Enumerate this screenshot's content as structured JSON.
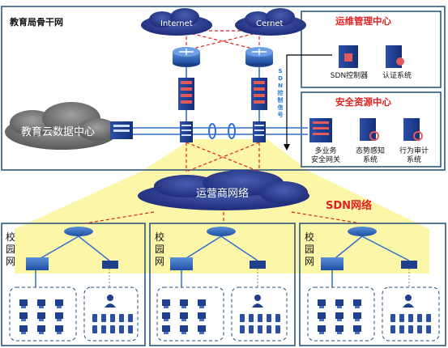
{
  "backbone": {
    "title": "教育局骨干网"
  },
  "clouds": {
    "internet": "Internet",
    "cernet": "Cernet",
    "cloud_dc": "教育云数据中心",
    "carrier": "运营商网络"
  },
  "ops_center": {
    "title": "运维管理中心",
    "items": [
      "SDN控制器",
      "认证系统"
    ]
  },
  "security_center": {
    "title": "安全资源中心",
    "items": [
      "多业务\n安全网关",
      "态势感知\n系统",
      "行为审计\n系统"
    ]
  },
  "sdn_signal": "SDN控制信号",
  "sdn_network": "SDN网络",
  "campus_label": [
    "校",
    "园",
    "网"
  ],
  "colors": {
    "frame": "#1f4e79",
    "accent_red": "#e32020",
    "cloud": "#2a3c8f",
    "link_blue": "#2f6fd0",
    "highlight": "#fbf6a8"
  }
}
